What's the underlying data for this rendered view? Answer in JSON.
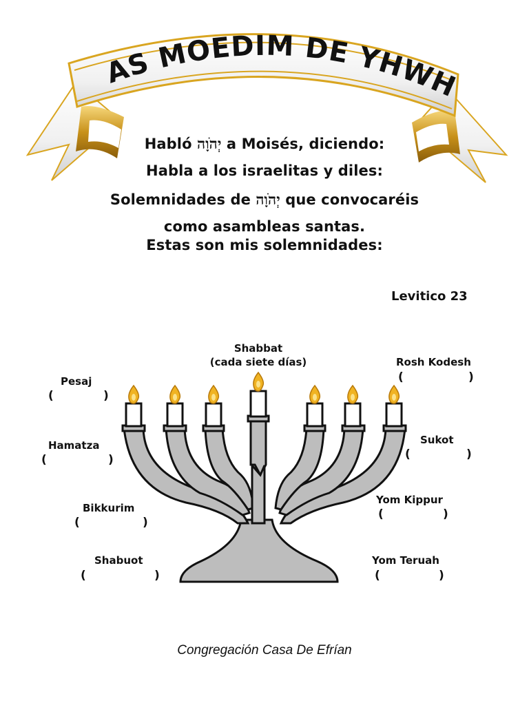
{
  "banner": {
    "title": "LAS MOEDIM DE YHWH"
  },
  "verse": {
    "line1_a": "Habló",
    "divine_name": "יְהֺוָה",
    "line1_b": "a Moisés, diciendo:",
    "line2": "Habla a los israelitas y diles:",
    "line3_a": "Solemnidades de",
    "line3_b": "que convocaréis",
    "line4": "como asambleas santas.",
    "line5": "Estas son mis solemnidades:"
  },
  "reference": "Levitico 23",
  "feasts": {
    "shabbat_name": "Shabbat",
    "shabbat_note": "(cada siete días)",
    "left": [
      {
        "name": "Pesaj"
      },
      {
        "name": "Hamatza"
      },
      {
        "name": "Bikkurim"
      },
      {
        "name": "Shabuot"
      }
    ],
    "right": [
      {
        "name": "Rosh Kodesh"
      },
      {
        "name": "Sukot"
      },
      {
        "name": "Yom Kippur"
      },
      {
        "name": "Yom Teruah"
      }
    ],
    "paren_open": "(",
    "paren_close": ")"
  },
  "footer": "Congregación Casa De Efrían",
  "colors": {
    "menorah_fill": "#bdbdbd",
    "flame": "#f0b323",
    "ribbon_gold": "#d9a520",
    "ink": "#111111"
  }
}
